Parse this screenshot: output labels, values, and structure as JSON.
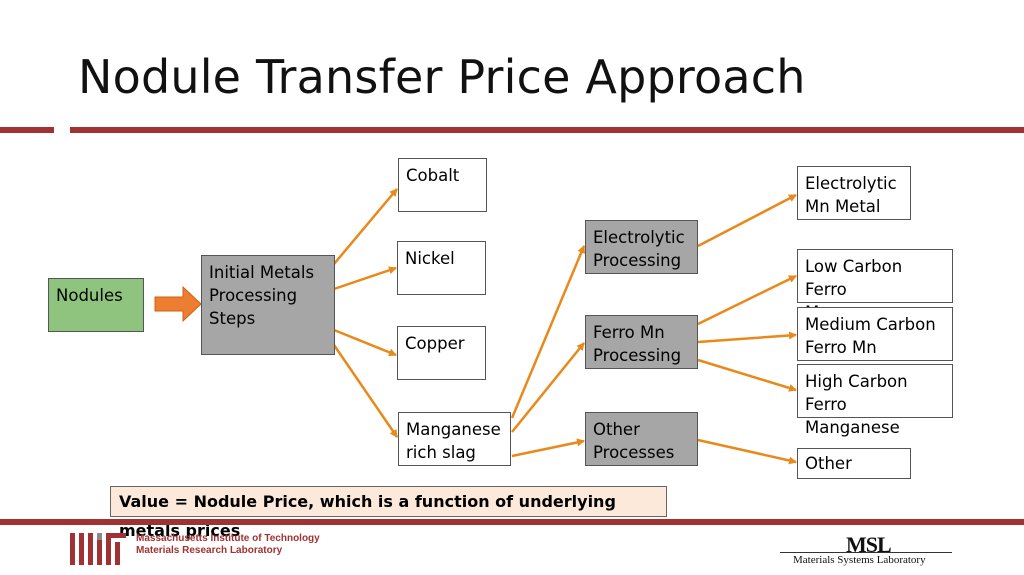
{
  "slide": {
    "title": "Nodule Transfer Price Approach",
    "accent_color": "#a03234"
  },
  "nodes": {
    "nodules": "Nodules",
    "initial": "Initial Metals\nProcessing\nSteps",
    "cobalt": "Cobalt",
    "nickel": "Nickel",
    "copper": "Copper",
    "manganese_slag": "Manganese\nrich slag",
    "electrolytic_processing": "Electrolytic\nProcessing",
    "ferro_mn_processing": "Ferro Mn\nProcessing",
    "other_processes": "Other\nProcesses",
    "electrolytic_mn_metal": "Electrolytic\nMn Metal",
    "low_carbon": "Low Carbon\nFerro Manganese",
    "medium_carbon": "Medium Carbon\nFerro Mn",
    "high_carbon": "High Carbon\nFerro Manganese",
    "other": "Other"
  },
  "value_note": "Value = Nodule Price, which is a function of underlying metals prices",
  "footer": {
    "mit_line1": "Massachusetts Institute of Technology",
    "mit_line2": "Materials Research Laboratory",
    "msl_logo": "MSL",
    "msl_sub": "Materials Systems Laboratory"
  },
  "colors": {
    "arrow": "#e8891a",
    "gray_box": "#a6a6a6",
    "green_box": "#8fc47e",
    "note_bg": "#fde9d9"
  }
}
